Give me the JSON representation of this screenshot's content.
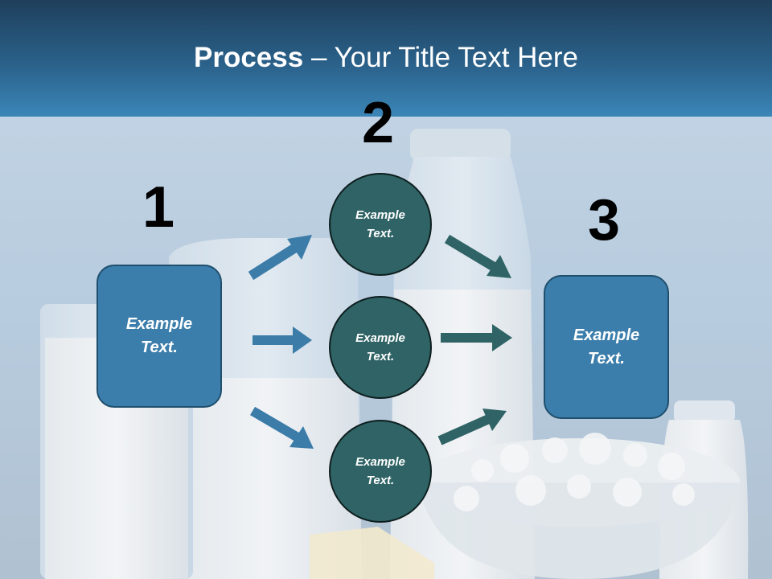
{
  "title": {
    "strong": "Process",
    "rest": " – Your Title Text Here"
  },
  "steps": [
    {
      "number": "1",
      "box_label": "Example Text."
    },
    {
      "number": "2",
      "circles": [
        "Example Text.",
        "Example Text.",
        "Example Text."
      ]
    },
    {
      "number": "3",
      "box_label": "Example Text."
    }
  ],
  "colors": {
    "header_top": "#1f3f5b",
    "header_bottom": "#3b86b8",
    "box_fill": "#3c7eab",
    "circle_fill": "#2f6365",
    "arrow_blue": "#3b7ca8",
    "arrow_teal": "#2f6365"
  }
}
